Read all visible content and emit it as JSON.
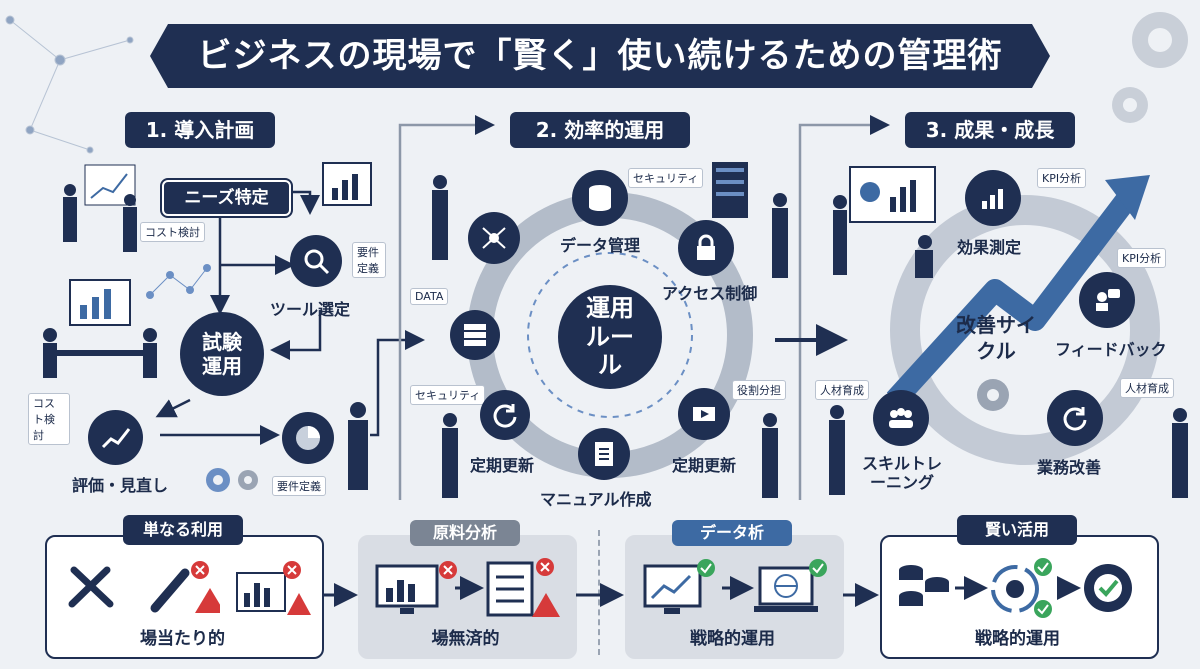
{
  "title": "ビジネスの現場で「賢く」使い続けるための管理術",
  "sections": {
    "s1": "1. 導入計画",
    "s2": "2. 効率的運用",
    "s3": "3. 成果・成長"
  },
  "plan": {
    "needs": "ニーズ特定",
    "tool_select": "ツール選定",
    "trial": "試験運用",
    "evaluate": "評価・見直し",
    "cost1": "コスト検討",
    "cost2": "コスト検討",
    "req1": "要件定義",
    "req2": "要件定義"
  },
  "ops": {
    "center": "運用ルール",
    "data_mgmt": "データ管理",
    "access": "アクセス制御",
    "periodic1": "定期更新",
    "periodic2": "定期更新",
    "manual": "マニュアル作成",
    "tag_security1": "セキュリティ",
    "tag_security2": "セキュリティ",
    "tag_data": "DATA",
    "tag_role": "役割分担"
  },
  "growth": {
    "center": "改善サイクル",
    "effect": "効果測定",
    "feedback": "フィードバック",
    "improve": "業務改善",
    "training": "スキルトレーニング",
    "kpi1": "KPI分析",
    "kpi2": "KPI分析",
    "hr1": "人材育成",
    "hr2": "人材育成"
  },
  "bottom": [
    {
      "title": "単なる利用",
      "label": "場当たり的"
    },
    {
      "title": "原料分析",
      "label": "場無済的"
    },
    {
      "title": "データ析",
      "label": "戦略的運用"
    },
    {
      "title": "賢い活用",
      "label": "戦略的運用"
    }
  ],
  "colors": {
    "navy": "#1f2f52",
    "accent_blue": "#3d6aa3",
    "error_red": "#d63a3a",
    "ok_green": "#3aa55c"
  }
}
